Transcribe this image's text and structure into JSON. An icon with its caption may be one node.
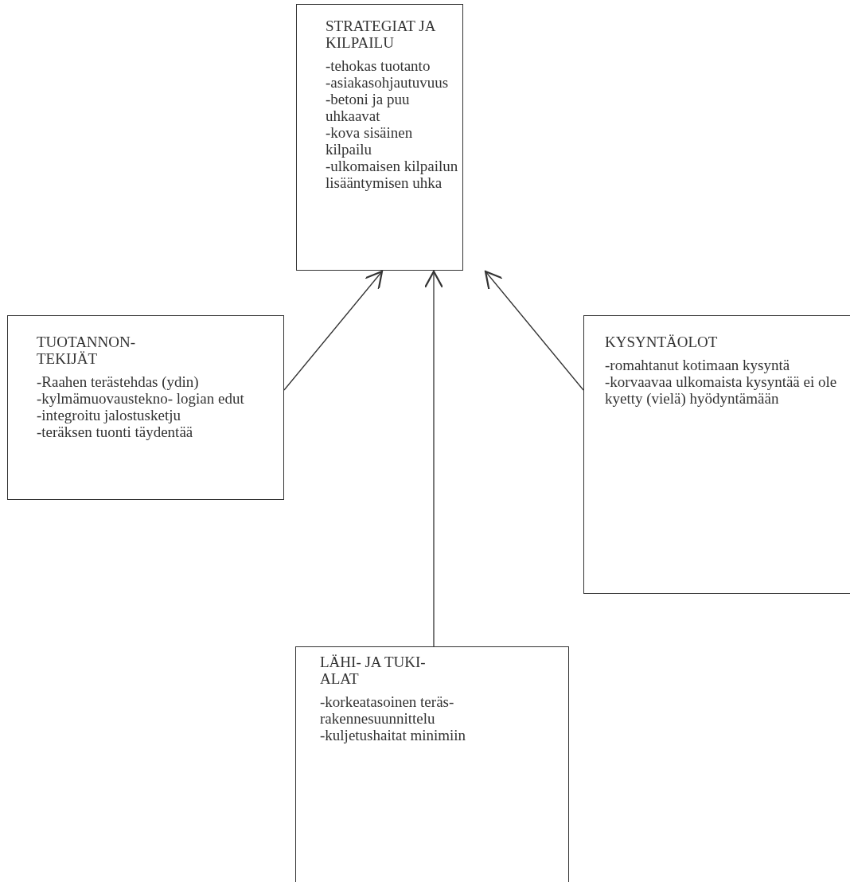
{
  "diagram": {
    "nodes": [
      {
        "text": [
          "STRATEGIAT JA KILPAILU",
          "-tehokas tuotanto",
          "-asiakasohjautuvuus",
          "-betoni ja puu uhkaavat",
          "-kova sisäinen kilpailu",
          "-ulkomaisen kilpailun lisääntymisen uhka"
        ]
      },
      {
        "text": [
          "TUOTANNON- TEKIJÄT",
          "-Raahen terästehdas (ydin)",
          "-kylmämuovaustekno- logian edut",
          "-integroitu jalostusketju",
          "-teräksen tuonti täydentää"
        ]
      },
      {
        "text": [
          "KYSYNTÄOLOT",
          "-romahtanut kotimaan kysyntä",
          "-korvaavaa ulkomaista kysyntää ei ole kyetty (vielä) hyödyntämään"
        ]
      },
      {
        "text": [
          "LÄHI- JA TUKI- ALAT",
          "-korkeatasoinen teräs- rakennesuunnittelu",
          "-kuljetushaitat minimiin"
        ]
      }
    ],
    "edges": [
      {
        "from": 1,
        "to": 0,
        "arrow": "to"
      },
      {
        "from": 3,
        "to": 0,
        "arrow": "to"
      },
      {
        "from": 2,
        "to": 0,
        "arrow": "to"
      }
    ]
  }
}
